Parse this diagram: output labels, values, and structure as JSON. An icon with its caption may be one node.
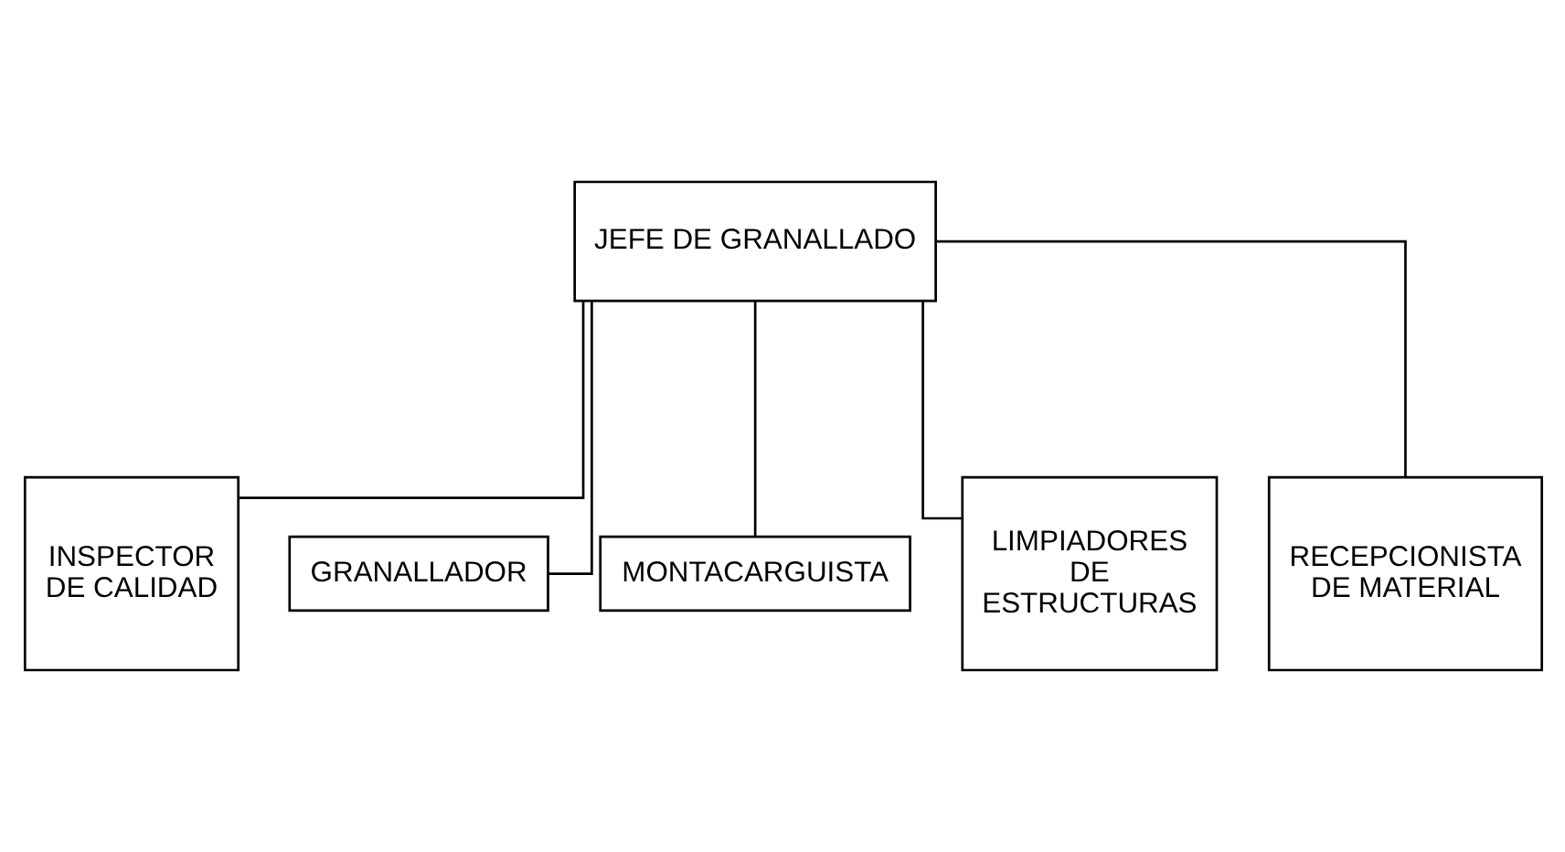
{
  "diagram": {
    "nodes": [
      {
        "text": [
          "JEFE DE GRANALLADO"
        ]
      },
      {
        "text": [
          "INSPECTOR DE CALIDAD"
        ]
      },
      {
        "text": [
          "GRANALLADOR"
        ]
      },
      {
        "text": [
          "MONTACARGUISTA"
        ]
      },
      {
        "text": [
          "LIMPIADORES DE ESTRUCTURAS"
        ]
      },
      {
        "text": [
          "RECEPCIONISTA DE MATERIAL"
        ]
      }
    ],
    "edges": [
      {
        "from": 0,
        "to": 1,
        "arrow": "none"
      },
      {
        "from": 0,
        "to": 2,
        "arrow": "none"
      },
      {
        "from": 0,
        "to": 3,
        "arrow": "none"
      },
      {
        "from": 0,
        "to": 4,
        "arrow": "none"
      },
      {
        "from": 0,
        "to": 5,
        "arrow": "none"
      }
    ]
  }
}
